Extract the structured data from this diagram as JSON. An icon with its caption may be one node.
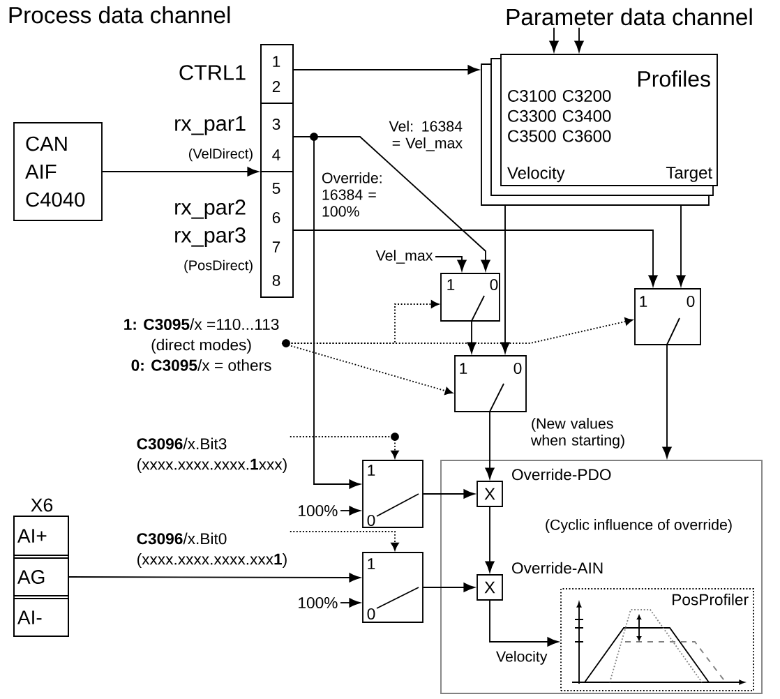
{
  "diagram": {
    "nodes": [
      {
        "text": [
          "CAN AIF C4040"
        ]
      },
      {
        "text": [],
        "shape": "box"
      },
      {
        "text": [
          "1",
          "2"
        ],
        "in": 1,
        "beside": [
          "CTRL1"
        ]
      },
      {
        "text": [
          "3",
          "4"
        ],
        "in": 1,
        "beside": [
          "rx_par1",
          "(VelDirect)"
        ]
      },
      {
        "text": [
          "5",
          "6",
          "7",
          "8"
        ],
        "in": 1,
        "beside": [
          "rx_par2",
          "rx_par3",
          "(PosDirect)"
        ]
      },
      {
        "text": [
          "Parameter data channel"
        ]
      },
      {
        "text": [
          "Profiles",
          "C3100 C3200 C3300 C3400 C3500 C3600",
          "Velocity",
          "Target"
        ]
      },
      {
        "text": [
          "1",
          "0"
        ]
      },
      {
        "text": [
          "1",
          "0"
        ]
      },
      {
        "text": [
          "1",
          "0"
        ]
      },
      {
        "text": [
          "(Cyclic influence of override)"
        ]
      },
      {
        "text": [
          "X"
        ],
        "in": 10,
        "beside": [
          "Override-PDO"
        ]
      },
      {
        "text": [
          "X"
        ],
        "in": 10,
        "beside": [
          "Override-AIN"
        ]
      },
      {
        "text": [
          "PosProfiler"
        ],
        "in": 10
      },
      {
        "text": [
          "1",
          "0"
        ]
      },
      {
        "text": [
          "100%"
        ]
      },
      {
        "text": [
          "1",
          "0"
        ]
      },
      {
        "text": [
          "100%"
        ]
      },
      {
        "text": [
          "X6"
        ]
      },
      {
        "text": [
          "AI+"
        ],
        "in": 18
      },
      {
        "text": [
          "AG"
        ],
        "in": 18
      },
      {
        "text": [
          "AI-"
        ],
        "in": 18
      },
      {
        "text": [
          "**1: C3095**/x =110...113",
          "(direct modes)",
          "**0: C3095**/x = others"
        ]
      },
      {
        "text": [
          "**C3096**/x.Bit3",
          "(xxxx.xxxx.xxxx.**1**xxx)"
        ]
      },
      {
        "text": [
          "**C3096**/x.Bit0",
          "(xxxx.xxxx.xxxx.xxx**1**)"
        ]
      },
      {
        "text": [
          "Vel_max"
        ]
      }
    ],
    "edges": [
      {
        "from": 0,
        "to": 1,
        "arrow": "to"
      },
      {
        "from": 2,
        "to": 6,
        "arrow": "to"
      },
      {
        "from": 5,
        "to": 6,
        "arrow": "to"
      },
      {
        "from": 5,
        "to": 6,
        "arrow": "to"
      },
      {
        "from": 3,
        "to": 7,
        "arrow": "to",
        "label": "Vel: 16384 = Vel_max"
      },
      {
        "from": 25,
        "to": 7,
        "arrow": "to"
      },
      {
        "from": 4,
        "to": 8,
        "arrow": "to"
      },
      {
        "from": 6,
        "to": 8,
        "arrow": "to"
      },
      {
        "from": 7,
        "to": 9,
        "arrow": "to"
      },
      {
        "from": 6,
        "to": 9,
        "arrow": "to"
      },
      {
        "from": 9,
        "to": 11,
        "arrow": "to",
        "label": "(New values when starting)"
      },
      {
        "from": 8,
        "to": 10,
        "arrow": "to"
      },
      {
        "from": 3,
        "to": 14,
        "arrow": "to",
        "label": "Override: 16384 = 100%"
      },
      {
        "from": 15,
        "to": 14,
        "arrow": "to"
      },
      {
        "from": 20,
        "to": 16,
        "arrow": "to"
      },
      {
        "from": 17,
        "to": 16,
        "arrow": "to"
      },
      {
        "from": 14,
        "to": 11,
        "arrow": "to"
      },
      {
        "from": 16,
        "to": 12,
        "arrow": "to"
      },
      {
        "from": 11,
        "to": 12,
        "arrow": "to"
      },
      {
        "from": 12,
        "to": 13,
        "arrow": "to",
        "label": "Velocity"
      },
      {
        "from": 22,
        "to": 7,
        "arrow": "to",
        "style": "dashed"
      },
      {
        "from": 22,
        "to": 9,
        "arrow": "to",
        "style": "dashed"
      },
      {
        "from": 22,
        "to": 8,
        "arrow": "to",
        "style": "dashed"
      },
      {
        "from": 23,
        "to": 14,
        "arrow": "to",
        "style": "dashed"
      },
      {
        "from": 24,
        "to": 16,
        "arrow": "to",
        "style": "dashed"
      }
    ],
    "labels": [
      "Process data channel"
    ]
  }
}
